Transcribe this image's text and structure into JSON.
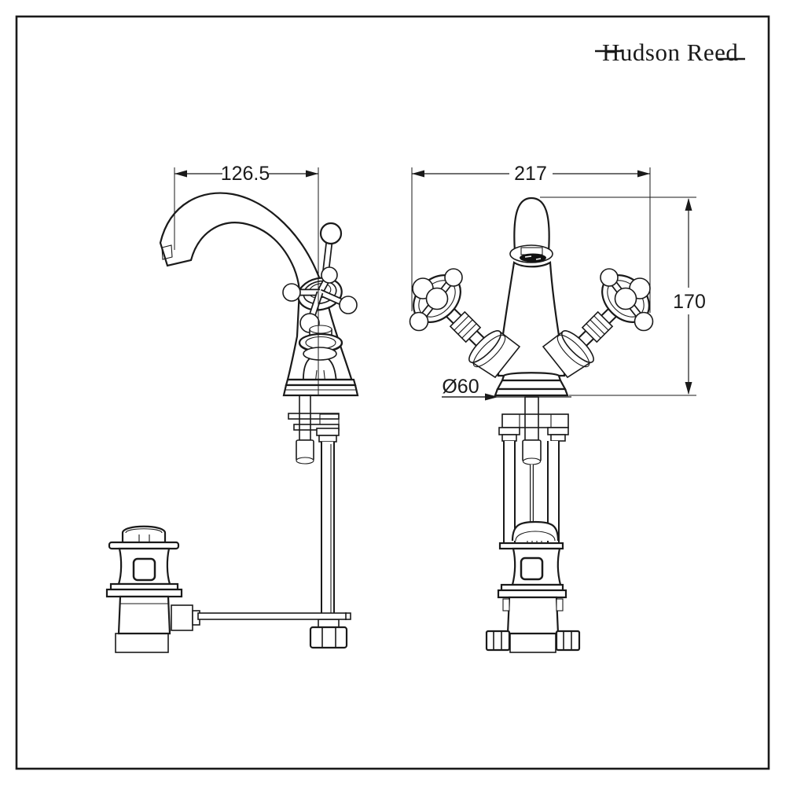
{
  "brand": {
    "logo_text": "Hudson Reed"
  },
  "dimensions": {
    "spout_reach": "126.5",
    "overall_width": "217",
    "height": "170",
    "base_diameter": "Ø60"
  },
  "colors": {
    "ink": "#1a1a1a",
    "background": "#ffffff"
  }
}
